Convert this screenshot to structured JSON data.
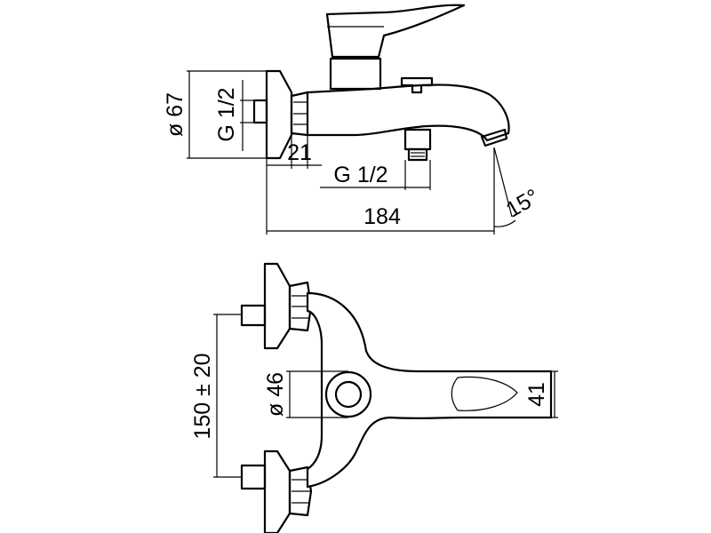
{
  "diagram": {
    "side_view": {
      "dim_diameter_flange": "ø 67",
      "dim_thread_inlet": "G 1/2",
      "dim_nut_depth": "21",
      "dim_thread_outlet": "G 1/2",
      "dim_total_length": "184",
      "dim_spout_angle": "15°"
    },
    "top_view": {
      "dim_center_distance": "150 ± 20",
      "dim_diameter_body": "ø 46",
      "dim_spout_width": "41"
    }
  }
}
